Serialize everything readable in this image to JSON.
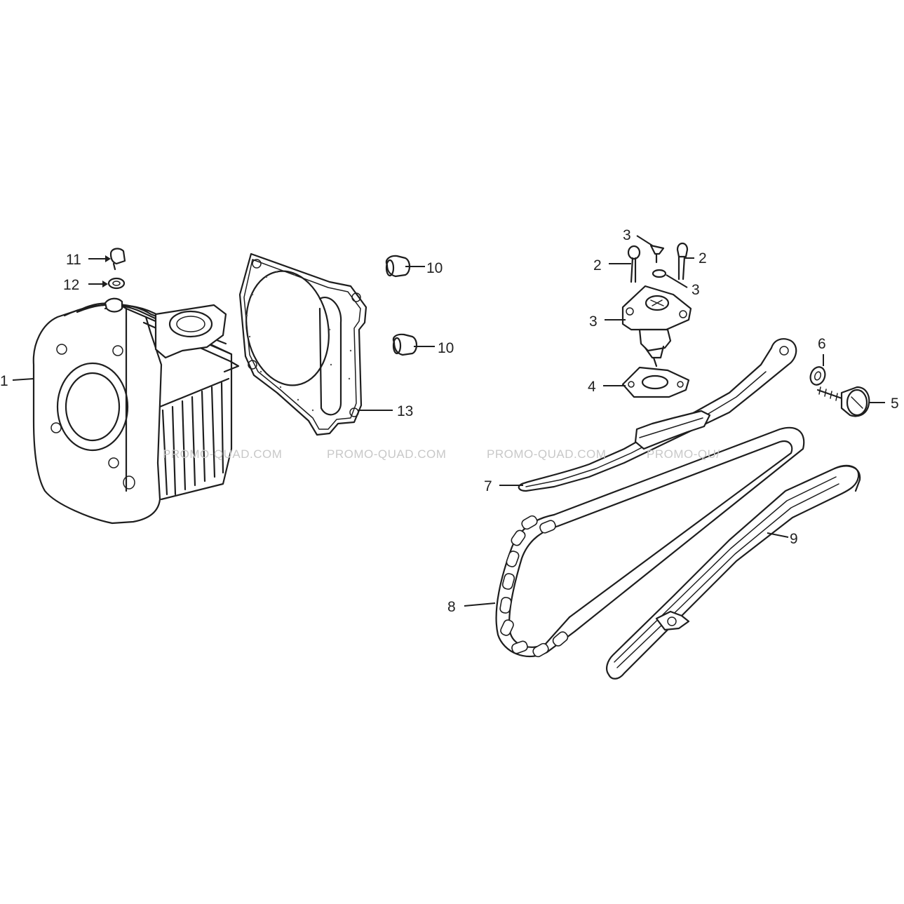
{
  "diagram": {
    "watermarks": [
      "PROMO-QUAD.COM",
      "PROMO-QUAD.COM",
      "PROMO-QUAD.COM",
      "PROMO-QU/"
    ],
    "callouts": [
      {
        "id": "c1",
        "text": "1"
      },
      {
        "id": "c2a",
        "text": "2"
      },
      {
        "id": "c2b",
        "text": "2"
      },
      {
        "id": "c3a",
        "text": "3"
      },
      {
        "id": "c3b",
        "text": "3"
      },
      {
        "id": "c3c",
        "text": "3"
      },
      {
        "id": "c4",
        "text": "4"
      },
      {
        "id": "c5",
        "text": "5"
      },
      {
        "id": "c6",
        "text": "6"
      },
      {
        "id": "c7",
        "text": "7"
      },
      {
        "id": "c8",
        "text": "8"
      },
      {
        "id": "c9",
        "text": "9"
      },
      {
        "id": "c10a",
        "text": "10"
      },
      {
        "id": "c10b",
        "text": "10"
      },
      {
        "id": "c11",
        "text": "11"
      },
      {
        "id": "c12",
        "text": "12"
      },
      {
        "id": "c13",
        "text": "13"
      }
    ]
  }
}
